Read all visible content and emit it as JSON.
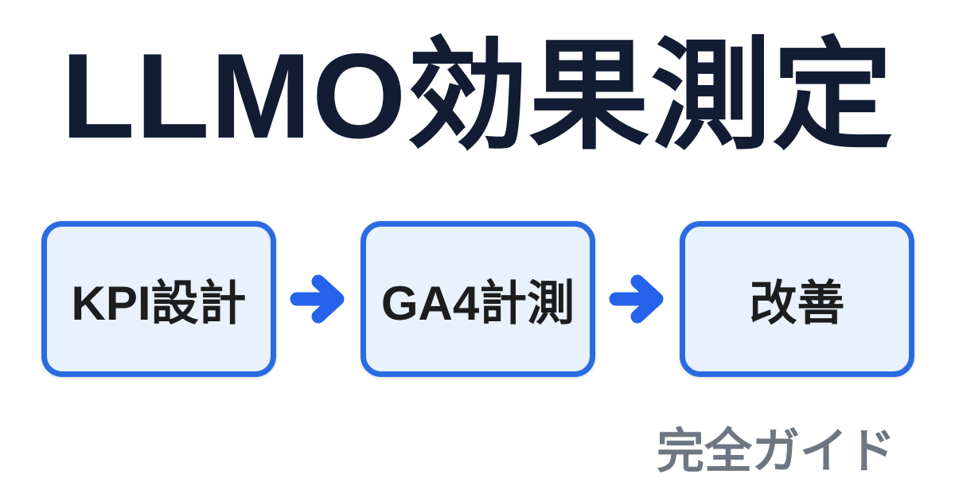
{
  "title": {
    "text": "LLMO効果測定"
  },
  "flow": {
    "steps": [
      {
        "label": "KPI設計"
      },
      {
        "label": "GA4計測"
      },
      {
        "label": "改善"
      }
    ],
    "arrow_icon": "right-arrow"
  },
  "footer": {
    "text": "完全ガイド"
  },
  "colors": {
    "background": "#ffffff",
    "title": "#121c33",
    "boxfill": "#e8f1fc",
    "boxborder": "#2a6ce0",
    "arrow": "#2563eb",
    "label": "#1d1d1f",
    "footer": "#6e7681"
  }
}
